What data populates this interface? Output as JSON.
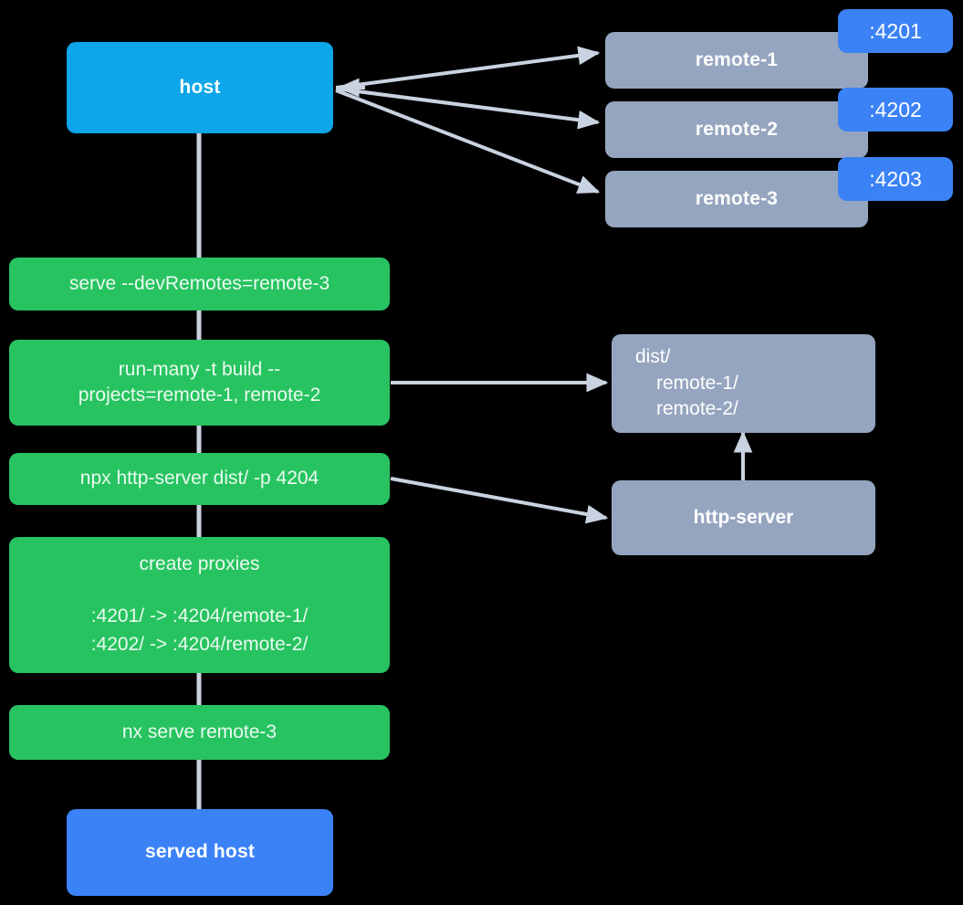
{
  "diagram": {
    "title": "Nx module federation host and remotes serve flow",
    "background": "#000000",
    "edge_color": "#c9d2e0",
    "colors": {
      "host": "#0CA6E9",
      "served_host": "#3B82F6",
      "remote": "#95A5BF",
      "command": "#27C360",
      "port_badge": "#3B82F6",
      "artifact": "#95A5BF"
    }
  },
  "nodes": {
    "host": {
      "label": "host"
    },
    "served_host": {
      "label": "served host"
    },
    "remotes": [
      {
        "label": "remote-1",
        "port": ":4201"
      },
      {
        "label": "remote-2",
        "port": ":4202"
      },
      {
        "label": "remote-3",
        "port": ":4203"
      }
    ],
    "commands": [
      {
        "label": "serve --devRemotes=remote-3"
      },
      {
        "label": "run-many -t build --\nprojects=remote-1, remote-2"
      },
      {
        "label": "npx http-server dist/ -p 4204"
      },
      {
        "label": "nx serve remote-3"
      }
    ],
    "proxies": {
      "title": "create proxies",
      "rules": [
        ":4201/ -> :4204/remote-1/",
        ":4202/ -> :4204/remote-2/"
      ]
    },
    "dist": {
      "root": "dist/",
      "children": [
        "remote-1/",
        "remote-2/"
      ]
    },
    "http_server": {
      "label": "http-server"
    }
  },
  "edges": [
    {
      "name": "host-to-remote-1",
      "from": "host",
      "to": "remote-1"
    },
    {
      "name": "host-to-remote-2",
      "from": "host",
      "to": "remote-2"
    },
    {
      "name": "host-to-remote-3",
      "from": "host",
      "to": "remote-3"
    },
    {
      "name": "host-to-serve-chain",
      "from": "host",
      "to": "served host"
    },
    {
      "name": "run-many-to-dist",
      "from": "run-many -t build",
      "to": "dist/"
    },
    {
      "name": "npx-http-server-to-http-server",
      "from": "npx http-server dist/ -p 4204",
      "to": "http-server"
    },
    {
      "name": "http-server-to-dist",
      "from": "http-server",
      "to": "dist/"
    }
  ]
}
